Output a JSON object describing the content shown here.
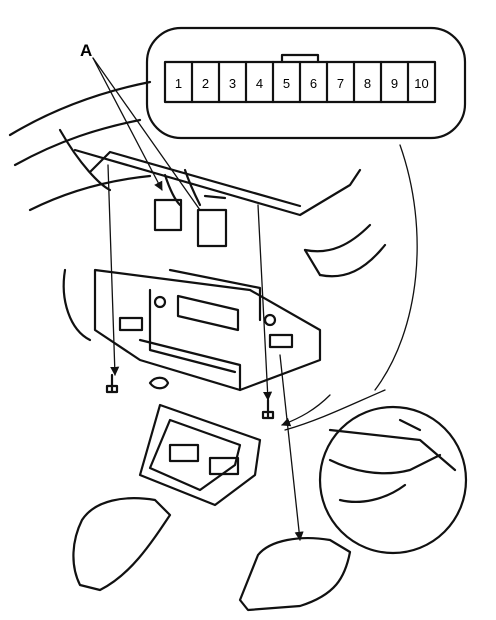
{
  "callout_label": "A",
  "connector_pins": [
    "1",
    "2",
    "3",
    "4",
    "5",
    "6",
    "7",
    "8",
    "9",
    "10"
  ]
}
